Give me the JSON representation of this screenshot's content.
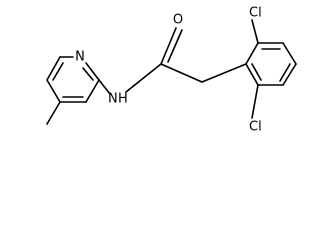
{
  "atoms": {
    "nitrogen_ring": "N",
    "amide_n": "N",
    "amide_h": "H",
    "carbonyl_o": "O",
    "chlorine_top": "Cl",
    "chlorine_bottom": "Cl"
  },
  "colors": {
    "bond": "#000000",
    "text": "#000000",
    "background": "#ffffff"
  }
}
